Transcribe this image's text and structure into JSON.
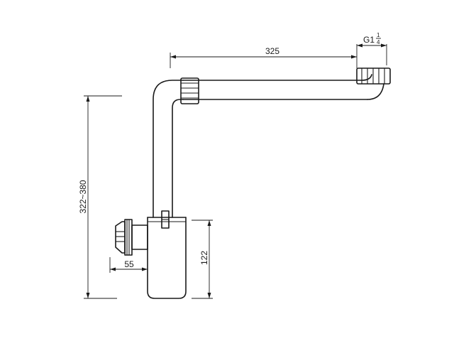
{
  "dimensions": {
    "pipe_length": "325",
    "thread_main": "G1",
    "thread_frac_num": "1",
    "thread_frac_den": "4",
    "total_height": "322~380",
    "outlet_offset": "55",
    "bottle_height": "122"
  }
}
